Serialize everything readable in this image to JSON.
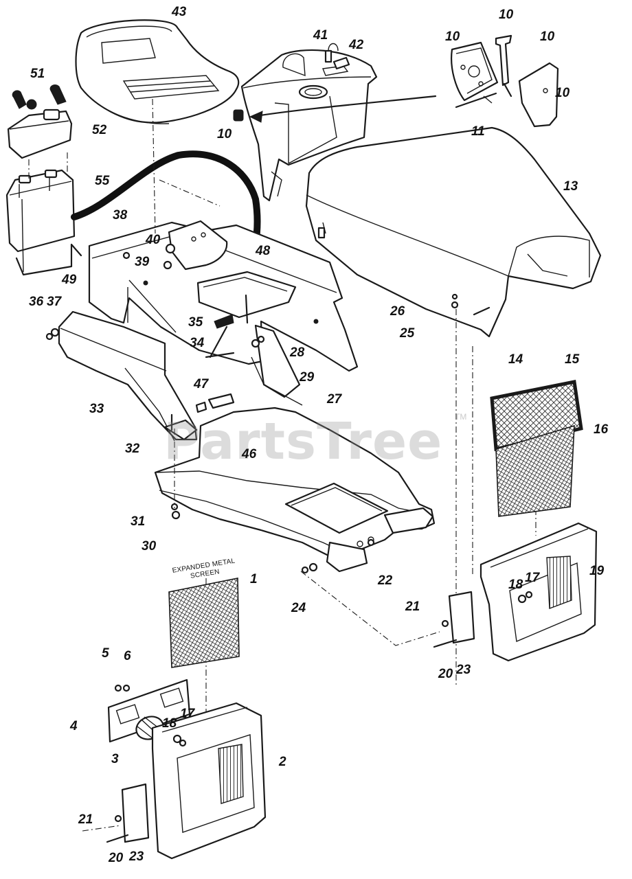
{
  "watermark": {
    "text": "PartsTree",
    "mark": "TM"
  },
  "screen_note": {
    "line1": "EXPANDED METAL",
    "line2": "SCREEN"
  },
  "callouts": {
    "c1": "1",
    "c2": "2",
    "c3": "3",
    "c4": "4",
    "c5": "5",
    "c6": "6",
    "c10a": "10",
    "c10b": "10",
    "c10c": "10",
    "c10d": "10",
    "c10e": "10",
    "c11": "11",
    "c13": "13",
    "c14": "14",
    "c15": "15",
    "c16": "16",
    "c17a": "17",
    "c17b": "17",
    "c18a": "18",
    "c18b": "18",
    "c19": "19",
    "c20a": "20",
    "c20b": "20",
    "c21a": "21",
    "c21b": "21",
    "c22": "22",
    "c23a": "23",
    "c23b": "23",
    "c24": "24",
    "c25": "25",
    "c26": "26",
    "c27": "27",
    "c28": "28",
    "c29": "29",
    "c30": "30",
    "c31": "31",
    "c32": "32",
    "c33": "33",
    "c34": "34",
    "c35": "35",
    "c36": "36",
    "c37": "37",
    "c38": "38",
    "c39": "39",
    "c40": "40",
    "c41": "41",
    "c42": "42",
    "c43": "43",
    "c46": "46",
    "c47": "47",
    "c48": "48",
    "c49": "49",
    "c51": "51",
    "c52": "52",
    "c55": "55"
  }
}
